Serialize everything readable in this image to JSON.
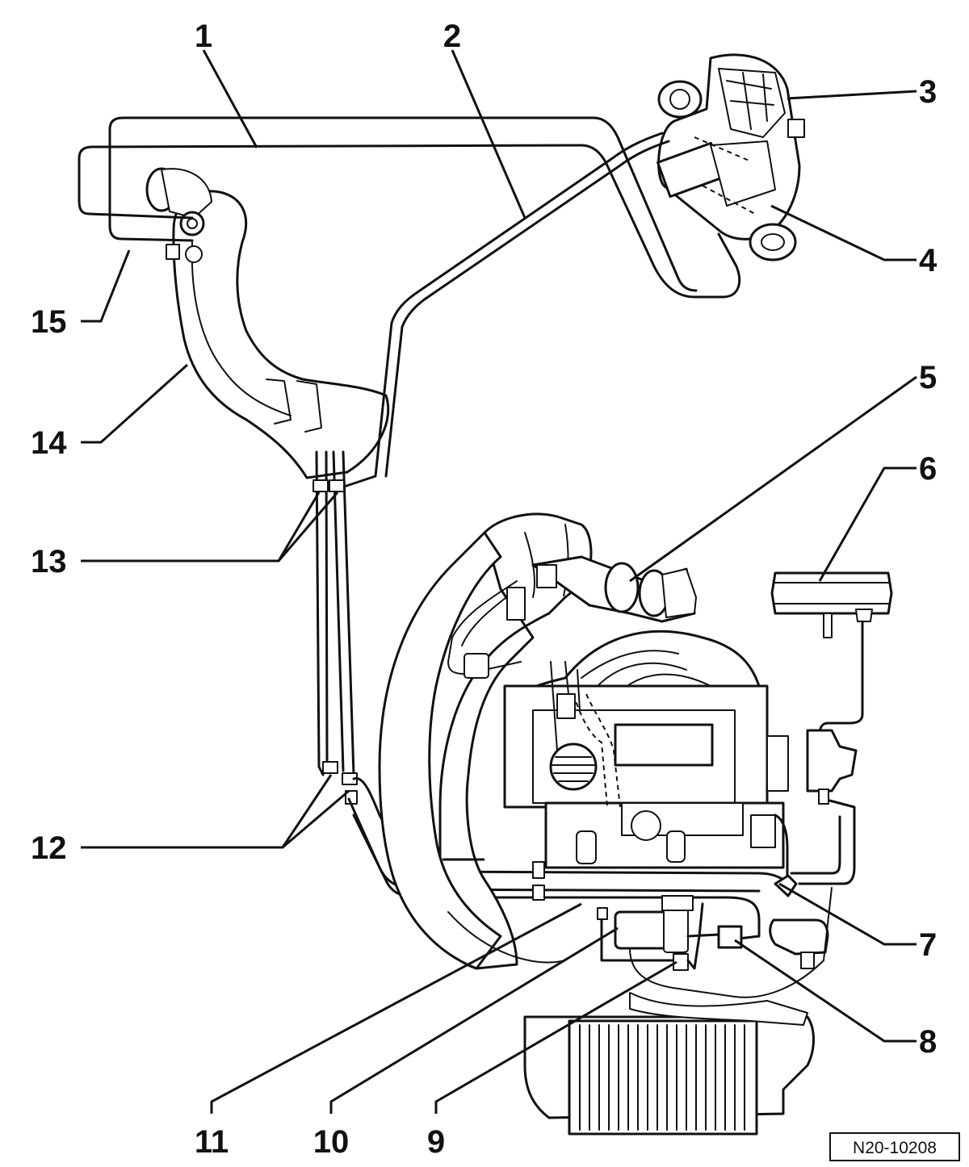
{
  "diagram": {
    "callouts": {
      "c1": "1",
      "c2": "2",
      "c3": "3",
      "c4": "4",
      "c5": "5",
      "c6": "6",
      "c7": "7",
      "c8": "8",
      "c9": "9",
      "c10": "10",
      "c11": "11",
      "c12": "12",
      "c13": "13",
      "c14": "14",
      "c15": "15"
    },
    "reference_id": "N20-10208"
  }
}
